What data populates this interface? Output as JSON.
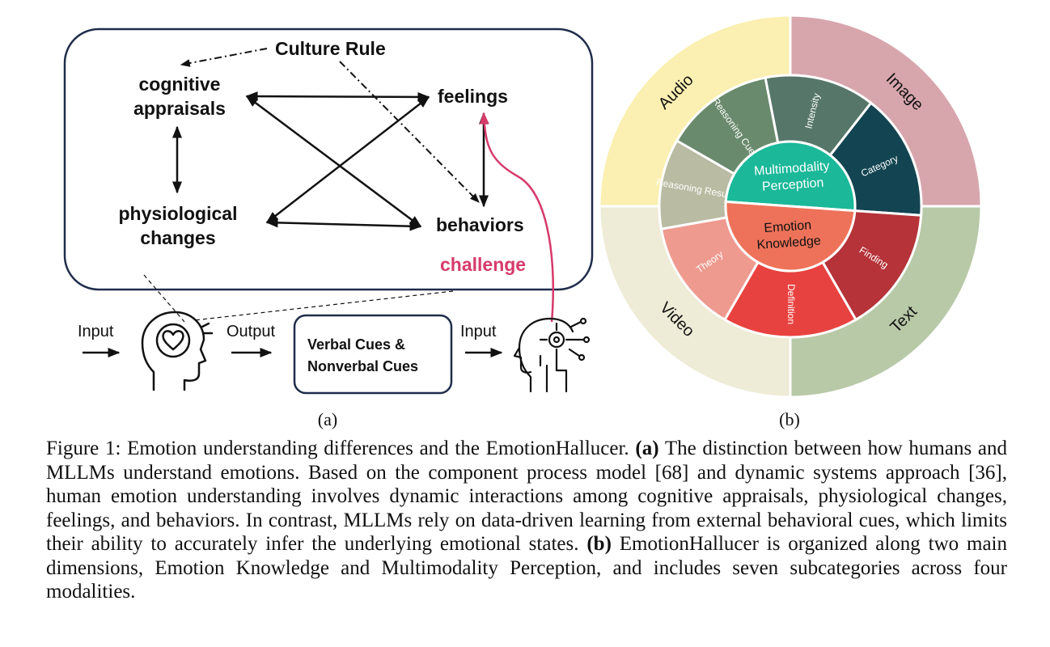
{
  "panel_a": {
    "culture_rule": "Culture Rule",
    "cognitive_line1": "cognitive",
    "cognitive_line2": "appraisals",
    "feelings": "feelings",
    "physiological_line1": "physiological",
    "physiological_line2": "changes",
    "behaviors": "behaviors",
    "challenge": "challenge",
    "input_label_1": "Input",
    "output_label": "Output",
    "input_label_2": "Input",
    "cues_line1": "Verbal Cues &",
    "cues_line2": "Nonverbal Cues",
    "sublabel": "(a)",
    "colors": {
      "challenge": "#d63a6b",
      "box_border": "#1f2d4a"
    },
    "icons": [
      "human-head-heart-icon",
      "ai-head-circuit-icon"
    ]
  },
  "panel_b": {
    "sublabel": "(b)",
    "outer_ring": [
      {
        "label": "Audio",
        "color": "#fbefb1"
      },
      {
        "label": "Image",
        "color": "#d7a6ad"
      },
      {
        "label": "Text",
        "color": "#b8c9a8"
      },
      {
        "label": "Video",
        "color": "#eeebd6"
      }
    ],
    "middle_ring": [
      {
        "label": "Reasoning Cue",
        "color": "#6a8a6d"
      },
      {
        "label": "Intensity",
        "color": "#56766a"
      },
      {
        "label": "Category",
        "color": "#134451"
      },
      {
        "label": "Finding",
        "color": "#b53339"
      },
      {
        "label": "Definition",
        "color": "#e84240"
      },
      {
        "label": "Theory",
        "color": "#ee9a8f"
      },
      {
        "label": "Reasoning Result",
        "color": "#b9bba2"
      }
    ],
    "core": [
      {
        "label_line1": "Multimodality",
        "label_line2": "Perception",
        "color": "#1bb89a"
      },
      {
        "label_line1": "Emotion",
        "label_line2": "Knowledge",
        "color": "#ee7259"
      }
    ]
  },
  "caption": {
    "prefix": "Figure 1: Emotion understanding differences and the EmotionHallucer. ",
    "a_marker": "(a)",
    "a_text": " The distinction between how humans and MLLMs understand emotions. Based on the component process model [68] and dynamic systems approach [36], human emotion understanding involves dynamic interactions among cognitive appraisals, physiological changes, feelings, and behaviors. In contrast, MLLMs rely on data-driven learning from external behavioral cues, which limits their ability to accurately infer the underlying emotional states. ",
    "b_marker": "(b)",
    "b_text": " EmotionHallucer is organized along two main dimensions, Emotion Knowledge and Multimodality Perception, and includes seven subcategories across four modalities."
  }
}
